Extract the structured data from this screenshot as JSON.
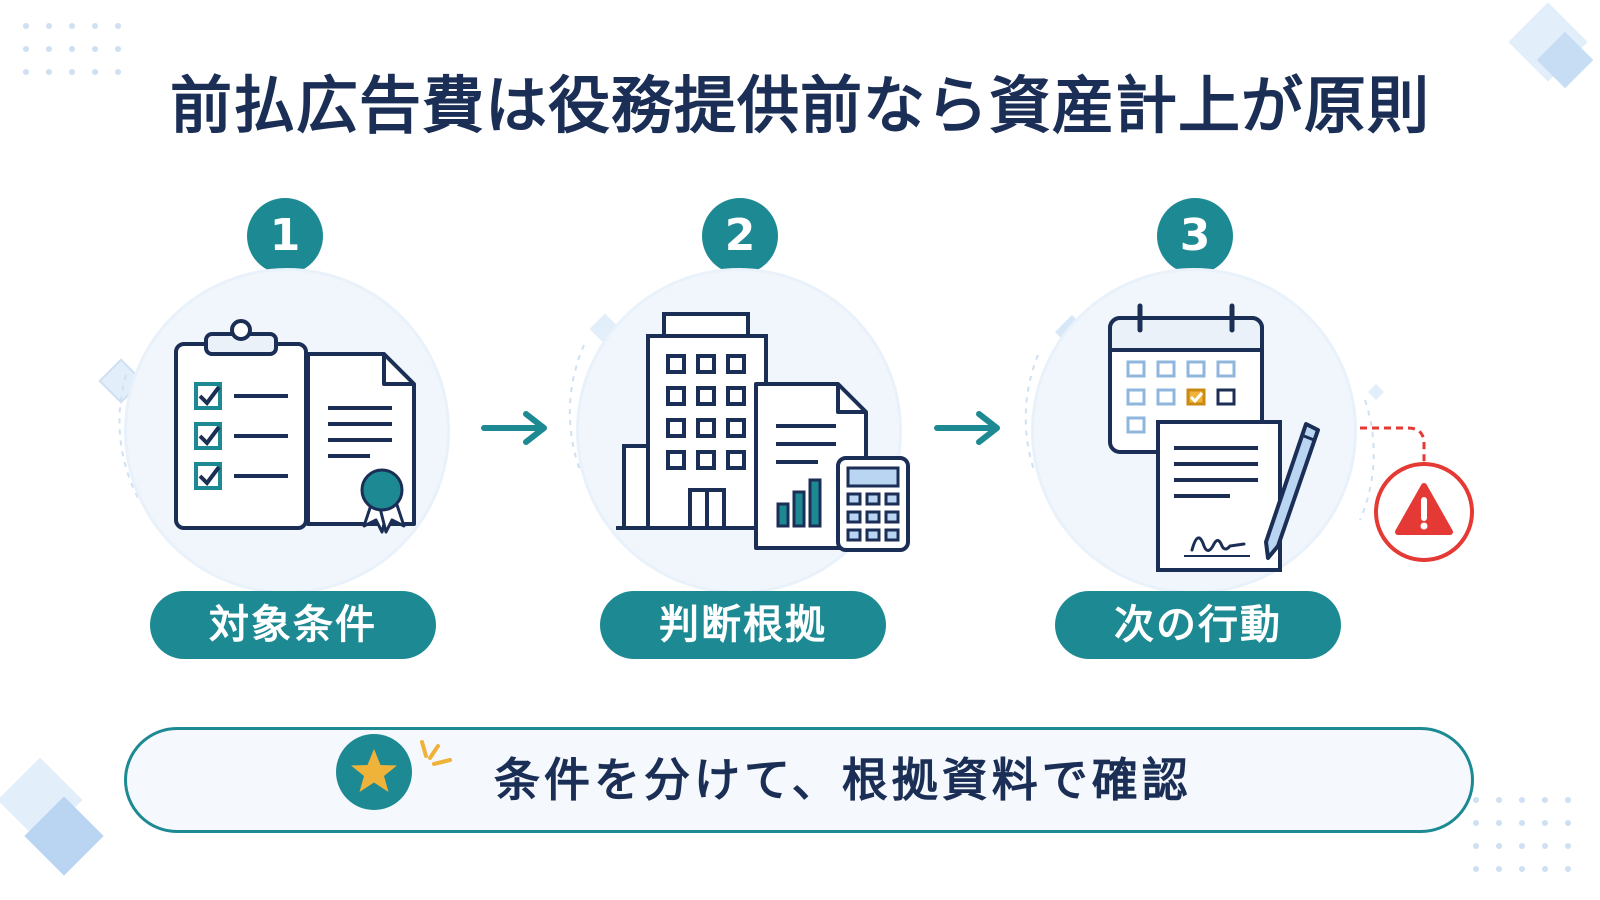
{
  "title": "前払広告費は役務提供前なら資産計上が原則",
  "colors": {
    "navy": "#1b2e55",
    "teal": "#1d8a93",
    "light_blue": "#f1f6fc",
    "warning_red": "#e53935",
    "star_gold": "#f0b33a"
  },
  "steps": [
    {
      "number": "1",
      "label": "対象条件",
      "icon": "clipboard-checklist-certificate-icon"
    },
    {
      "number": "2",
      "label": "判断根拠",
      "icon": "building-document-calculator-icon"
    },
    {
      "number": "3",
      "label": "次の行動",
      "icon": "calendar-signed-document-pen-icon"
    }
  ],
  "warning_icon": "warning-icon",
  "summary": {
    "icon": "star-icon",
    "text": "条件を分けて、根拠資料で確認"
  }
}
